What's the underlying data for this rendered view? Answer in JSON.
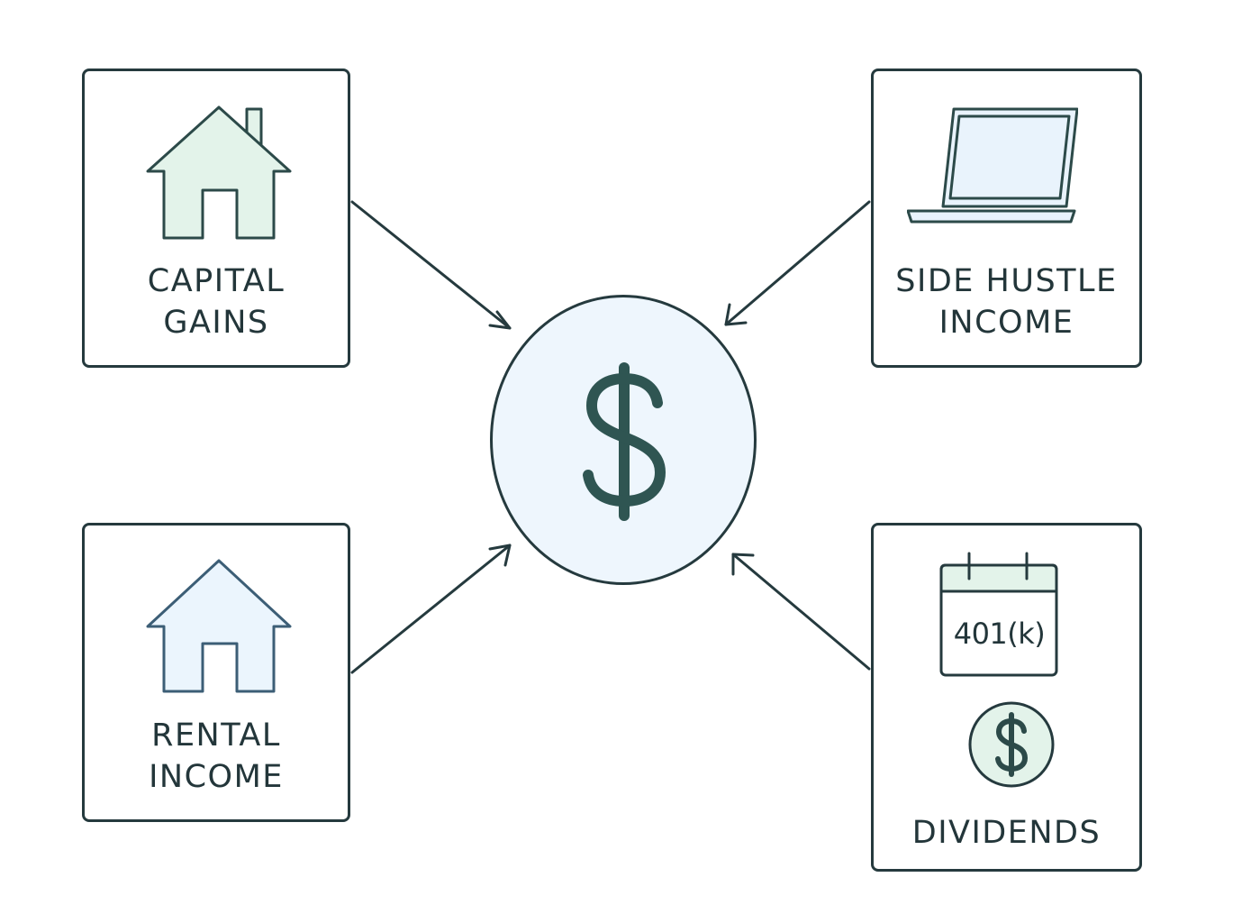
{
  "cards": {
    "capital_gains": {
      "label": "CAPITAL\nGAINS",
      "icon": "house-chimney-icon"
    },
    "side_hustle": {
      "label": "SIDE HUSTLE\nINCOME",
      "icon": "laptop-icon"
    },
    "rental_income": {
      "label": "RENTAL\nINCOME",
      "icon": "house-icon"
    },
    "dividends": {
      "label": "DIVIDENDS",
      "icon": "calendar-icon",
      "calendar_text": "401(k)",
      "coin_symbol": "$"
    }
  },
  "hub": {
    "symbol": "$",
    "icon": "dollar-sign-icon"
  },
  "colors": {
    "stroke": "#253a3e",
    "green_fill": "#e3f3ea",
    "blue_fill": "#ebf5fd",
    "hub_fill": "#eef6fd",
    "hub_symbol": "#2f5552"
  }
}
